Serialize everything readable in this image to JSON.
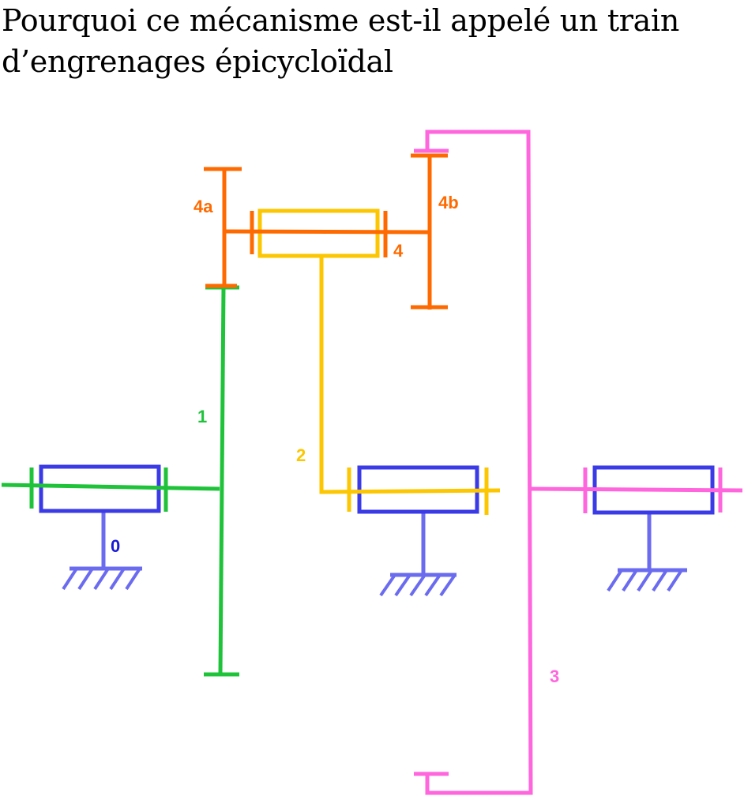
{
  "title": {
    "line1": "Pourquoi ce mécanisme est-il appelé un train",
    "line2": "d’engrenages épicycloïdal"
  },
  "labels": {
    "ground": "0",
    "part1": "1",
    "part2": "2",
    "part3": "3",
    "part4": "4",
    "part4a": "4a",
    "part4b": "4b"
  },
  "colors": {
    "bearing": "#3a3ae6",
    "ground": "#6b6bf0",
    "ground_label": "#1a1ad6",
    "part1": "#1fc33a",
    "part2": "#fcc600",
    "part3": "#ff66dd",
    "part4": "#ff6a00"
  }
}
